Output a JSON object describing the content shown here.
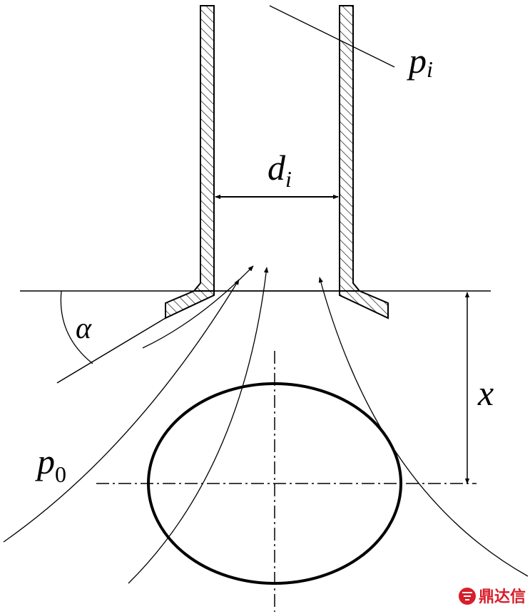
{
  "labels": {
    "pressure_inside": {
      "main": "p",
      "sub": "i"
    },
    "inner_diameter": {
      "main": "d",
      "sub": "i"
    },
    "angle": "α",
    "distance": "x",
    "pressure_outside": {
      "main": "p",
      "sub": "0"
    }
  },
  "watermark": {
    "text": "鼎达信"
  },
  "colors": {
    "stroke": "#000000",
    "watermark": "#d81e2a"
  }
}
